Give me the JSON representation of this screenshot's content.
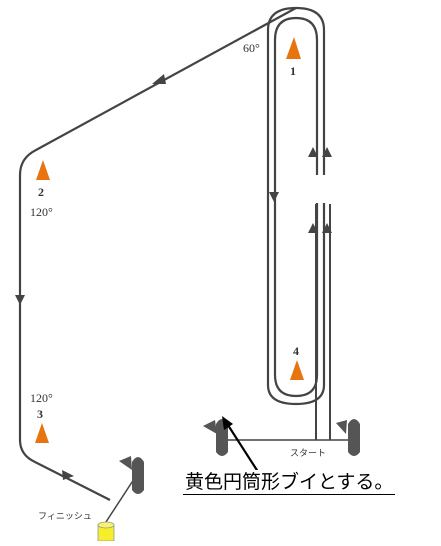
{
  "marks": [
    {
      "number": "1",
      "angle": "60°"
    },
    {
      "number": "2",
      "angle": "120°"
    },
    {
      "number": "3",
      "angle": "120°"
    },
    {
      "number": "4",
      "angle": ""
    }
  ],
  "start_label": "スタート",
  "finish_label": "フィニッシュ",
  "note": "黄色円筒形ブイとする。",
  "colors": {
    "course_line": "#444444",
    "mark_fill": "#e8740f",
    "buoy_fill": "#f4ef2a",
    "boat_fill": "#555555"
  },
  "icons": [
    "cone-mark-icon",
    "committee-boat-icon",
    "pin-buoy-icon",
    "arrow-icon"
  ]
}
